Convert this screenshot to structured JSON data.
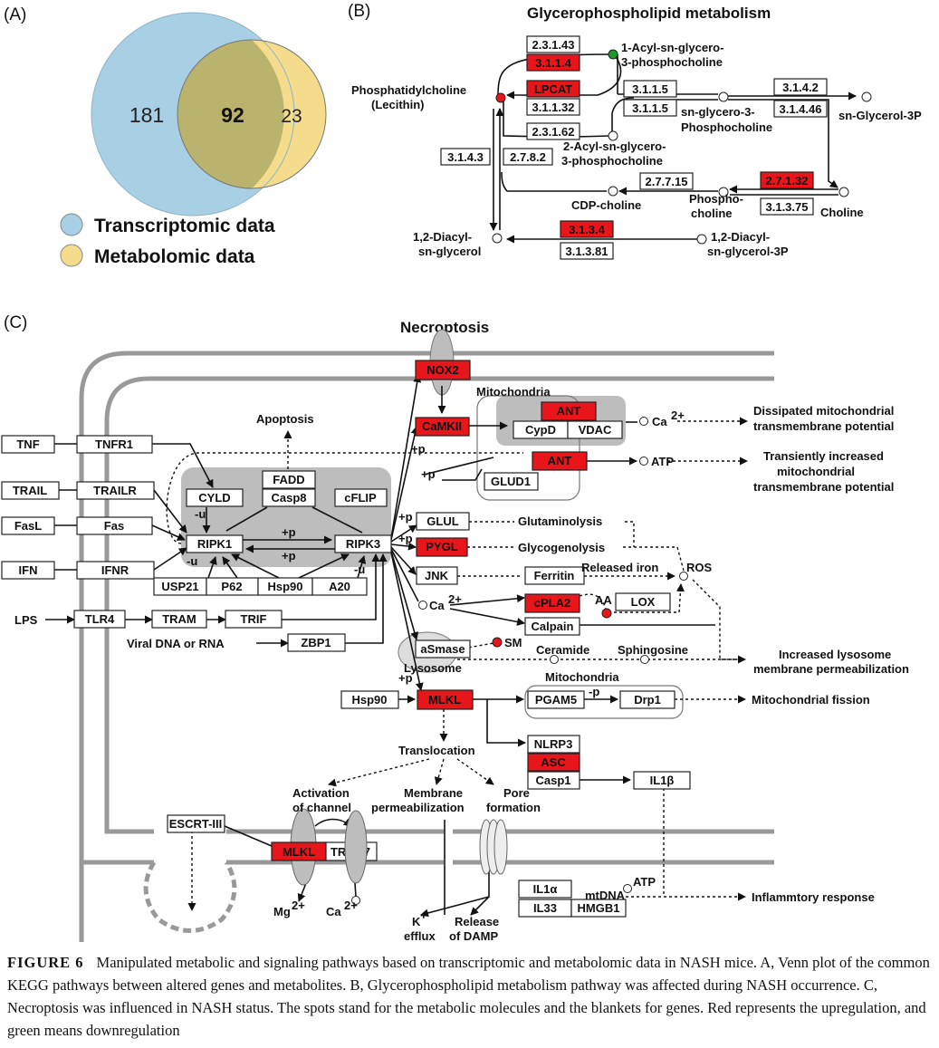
{
  "panel_a": {
    "letter": "(A)",
    "left_only": "181",
    "overlap": "92",
    "right_only": "23",
    "legend": [
      "Transcriptomic data",
      "Metabolomic data"
    ],
    "colors": {
      "transcriptomic": "#a8cfe4",
      "metabolomic": "#f4dc8c",
      "overlap": "#b9b36e"
    }
  },
  "panel_b": {
    "letter": "(B)",
    "title": "Glycerophospholipid metabolism",
    "enzymes": {
      "e1": "2.3.1.43",
      "e2": "3.1.1.4",
      "e3": "LPCAT",
      "e4": "3.1.1.32",
      "e5": "2.3.1.62",
      "e6": "3.1.1.5",
      "e7": "3.1.1.5",
      "e8": "3.1.4.2",
      "e9": "3.1.4.46",
      "e10": "3.1.4.3",
      "e11": "2.7.8.2",
      "e12": "2.7.7.15",
      "e13": "2.7.1.32",
      "e14": "3.1.3.75",
      "e15": "3.1.3.4",
      "e16": "3.1.3.81"
    },
    "metabolites": {
      "m1a": "1-Acyl-sn-glycero-",
      "m1b": "3-phosphocholine",
      "m2a": "Phosphatidylcholine",
      "m2b": "(Lecithin)",
      "m3a": "sn-glycero-3-",
      "m3b": "Phosphocholine",
      "m4": "sn-Glycerol-3P",
      "m5a": "2-Acyl-sn-glycero-",
      "m5b": "3-phosphocholine",
      "m6": "CDP-choline",
      "m7a": "Phospho-",
      "m7b": "choline",
      "m8": "Choline",
      "m9a": "1,2-Diacyl-",
      "m9b": "sn-glycerol",
      "m10a": "1,2-Diacyl-",
      "m10b": "sn-glycerol-3P"
    }
  },
  "panel_c": {
    "letter": "(C)",
    "title": "Necroptosis",
    "genes": {
      "tnf": "TNF",
      "tnfr1": "TNFR1",
      "trail": "TRAIL",
      "trailr": "TRAILR",
      "fasl": "FasL",
      "fas": "Fas",
      "ifn": "IFN",
      "ifnr": "IFNR",
      "tlr4": "TLR4",
      "tram": "TRAM",
      "trif": "TRIF",
      "zbp1": "ZBP1",
      "cyld": "CYLD",
      "fadd": "FADD",
      "casp8": "Casp8",
      "cflip": "cFLIP",
      "ripk1": "RIPK1",
      "ripk3": "RIPK3",
      "usp21": "USP21",
      "p62": "P62",
      "hsp90a": "Hsp90",
      "a20": "A20",
      "nox2": "NOX2",
      "camkii": "CaMKII",
      "ant1": "ANT",
      "cypd": "CypD",
      "vdac": "VDAC",
      "ant2": "ANT",
      "glud1": "GLUD1",
      "glul": "GLUL",
      "pygl": "PYGL",
      "jnk": "JNK",
      "ferritin": "Ferritin",
      "cpla2": "cPLA2",
      "lox": "LOX",
      "calpain": "Calpain",
      "asmase": "aSmase",
      "hsp90b": "Hsp90",
      "mlkl": "MLKL",
      "pgam5": "PGAM5",
      "drp1": "Drp1",
      "nlrp3": "NLRP3",
      "asc": "ASC",
      "casp1": "Casp1",
      "il1b": "IL1β",
      "escrt": "ESCRT-III",
      "mlkl2": "MLKL",
      "trpm7": "TRPM7",
      "il1a": "IL1α",
      "il33": "IL33",
      "hmgb1": "HMGB1"
    },
    "labels": {
      "lps": "LPS",
      "viral": "Viral DNA or RNA",
      "apoptosis": "Apoptosis",
      "mito1": "Mitochondria",
      "mito2": "Mitochondria",
      "ca1": "Ca",
      "atp1": "ATP",
      "diss1": "Dissipated mitochondrial",
      "diss2": "transmembrane potential",
      "trans1": "Transiently increased",
      "trans2": "mitochondrial",
      "trans3": "transmembrane potential",
      "glutaminolysis": "Glutaminolysis",
      "glycogenolysis": "Glycogenolysis",
      "released_iron": "Released iron",
      "ros": "ROS",
      "ca2": "Ca",
      "aa": "AA",
      "sm": "SM",
      "ceramide": "Ceramide",
      "sphingosine": "Sphingosine",
      "lysosome": "Lysosome",
      "lyso1": "Increased lysosome",
      "lyso2": "membrane permeabilization",
      "fission": "Mitochondrial fission",
      "translocation": "Translocation",
      "act1": "Activation",
      "act2": "of channel",
      "mem1": "Membrane",
      "mem2": "permeabilization",
      "pore1": "Pore",
      "pore2": "formation",
      "mg": "Mg",
      "ca3": "Ca",
      "k1": "K",
      "k2": "efflux",
      "rel1": "Release",
      "rel2": "of DAMP",
      "atp2": "ATP",
      "mtdna": "mtDNA",
      "inflam": "Inflammtory response",
      "sup_2plus": "2+",
      "sup_plus": "+",
      "p_plus": "+p",
      "p_minus": "-p",
      "u_minus": "-u"
    }
  },
  "caption": {
    "label": "FIGURE 6",
    "text": "Manipulated metabolic and signaling pathways based on transcriptomic and metabolomic data in NASH mice. A, Venn plot of the common KEGG pathways between altered genes and metabolites. B, Glycerophospholipid metabolism pathway was affected during NASH occurrence. C, Necroptosis was influenced in NASH status. The spots stand for the metabolic molecules and the blankets for genes. Red represents the upregulation, and green means downregulation"
  },
  "colors": {
    "up": "#e8161b",
    "down": "#1e9a2c",
    "complex": "#bdbdbd",
    "membrane": "#999999"
  }
}
